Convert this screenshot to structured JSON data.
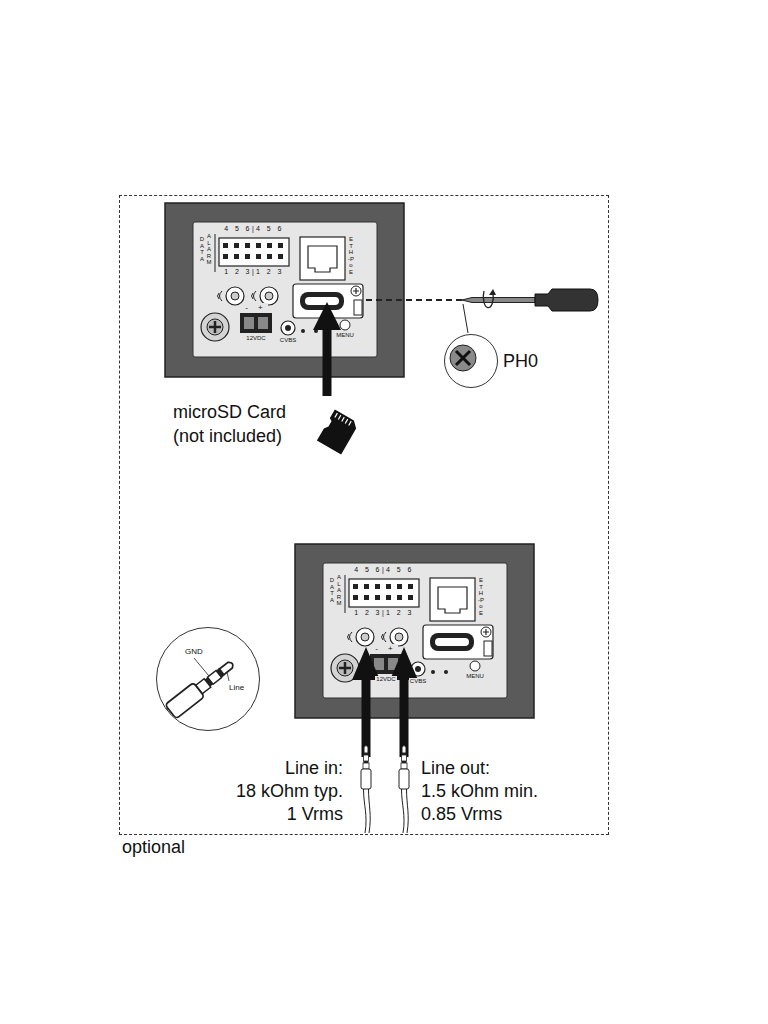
{
  "diagram": {
    "nodes": [
      {
        "text": [
          "optional"
        ]
      },
      {
        "text": [
          "PH0"
        ],
        "in": 0
      },
      {
        "text": [
          "GND",
          "Line"
        ],
        "in": 0
      }
    ],
    "labels": [
      "4 5 6|4 5 6",
      "DATA",
      "ALARM",
      "ETH-PoE",
      "1 2 3|1 2 3",
      "- +",
      "12VDC",
      "CVBS",
      "MENU",
      "4 5 6|4 5 6",
      "DATA",
      "ALARM",
      "ETH-PoE",
      "1 2 3|1 2 3",
      "- +",
      "12VDC",
      "CVBS",
      "MENU",
      "microSD Card",
      "(not included)",
      "Line in:",
      "18 kOhm typ.",
      "1 Vrms",
      "Line out:",
      "1.5 kOhm min.",
      "0.85 Vrms"
    ]
  }
}
